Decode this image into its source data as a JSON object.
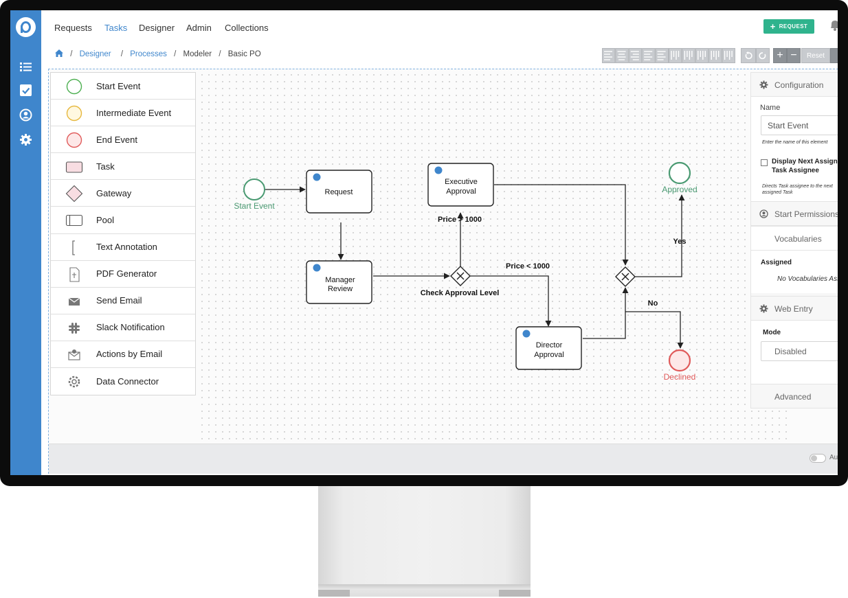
{
  "nav": {
    "links": [
      "Requests",
      "Tasks",
      "Designer",
      "Admin",
      "Collections"
    ],
    "active": "Tasks",
    "request_button": "REQUEST"
  },
  "breadcrumb": {
    "items": [
      "Designer",
      "Processes",
      "Modeler",
      "Basic PO"
    ]
  },
  "toolbar": {
    "reset_label": "Reset",
    "zoom_in": "+",
    "zoom_out": "−"
  },
  "palette": {
    "items": [
      {
        "label": "Start Event",
        "icon": "start-event-icon"
      },
      {
        "label": "Intermediate Event",
        "icon": "intermediate-event-icon"
      },
      {
        "label": "End Event",
        "icon": "end-event-icon"
      },
      {
        "label": "Task",
        "icon": "task-icon"
      },
      {
        "label": "Gateway",
        "icon": "gateway-icon"
      },
      {
        "label": "Pool",
        "icon": "pool-icon"
      },
      {
        "label": "Text Annotation",
        "icon": "text-annotation-icon"
      },
      {
        "label": "PDF Generator",
        "icon": "pdf-generator-icon"
      },
      {
        "label": "Send Email",
        "icon": "envelope-icon"
      },
      {
        "label": "Slack Notification",
        "icon": "slack-icon"
      },
      {
        "label": "Actions by Email",
        "icon": "email-action-icon"
      },
      {
        "label": "Data Connector",
        "icon": "gear-icon"
      }
    ]
  },
  "diagram": {
    "start_label": "Start Event",
    "tasks": {
      "request": "Request",
      "manager_line1": "Manager",
      "manager_line2": "Review",
      "exec_line1": "Executive",
      "exec_line2": "Approval",
      "director_line1": "Director",
      "director_line2": "Approval"
    },
    "gateway_label": "Check Approval Level",
    "flows": {
      "gt_1000": "Price > 1000",
      "lt_1000": "Price < 1000",
      "yes": "Yes",
      "no": "No"
    },
    "approved_label": "Approved",
    "declined_label": "Declined"
  },
  "config": {
    "configuration_header": "Configuration",
    "name_label": "Name",
    "name_value": "Start Event",
    "name_help": "Enter the name of this element",
    "display_assignee_line1": "Display Next Assignee",
    "display_assignee_line2": "Task Assignee",
    "assignee_help_line1": "Directs Task assignee to the next",
    "assignee_help_line2": "assigned Task",
    "start_permissions_header": "Start Permissions",
    "vocabularies_header": "Vocabularies",
    "assigned_label": "Assigned",
    "no_vocab": "No Vocabularies Assigned",
    "web_entry_header": "Web Entry",
    "mode_label": "Mode",
    "mode_value": "Disabled",
    "advanced_header": "Advanced"
  },
  "footer": {
    "toggle_label": "Au"
  },
  "colors": {
    "brand_blue": "#3f86cc",
    "request_green": "#2fb38d",
    "start_green": "#4a9a72",
    "end_red": "#e05a5a"
  }
}
